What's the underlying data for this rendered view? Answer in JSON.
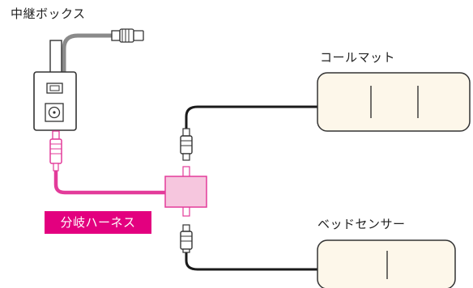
{
  "labels": {
    "relay_box": "中継ボックス",
    "call_mat": "コールマット",
    "bed_sensor": "ベッドセンサー",
    "branch_harness": "分岐ハーネス"
  },
  "colors": {
    "harness": "#e33b9a",
    "harness_light": "#f6c6de",
    "tag_bg": "#e3007f",
    "grey_cable": "#8a8a8a",
    "black_cable": "#1a1a1a",
    "outline": "#333333",
    "device_fill": "#fdf7ea"
  }
}
